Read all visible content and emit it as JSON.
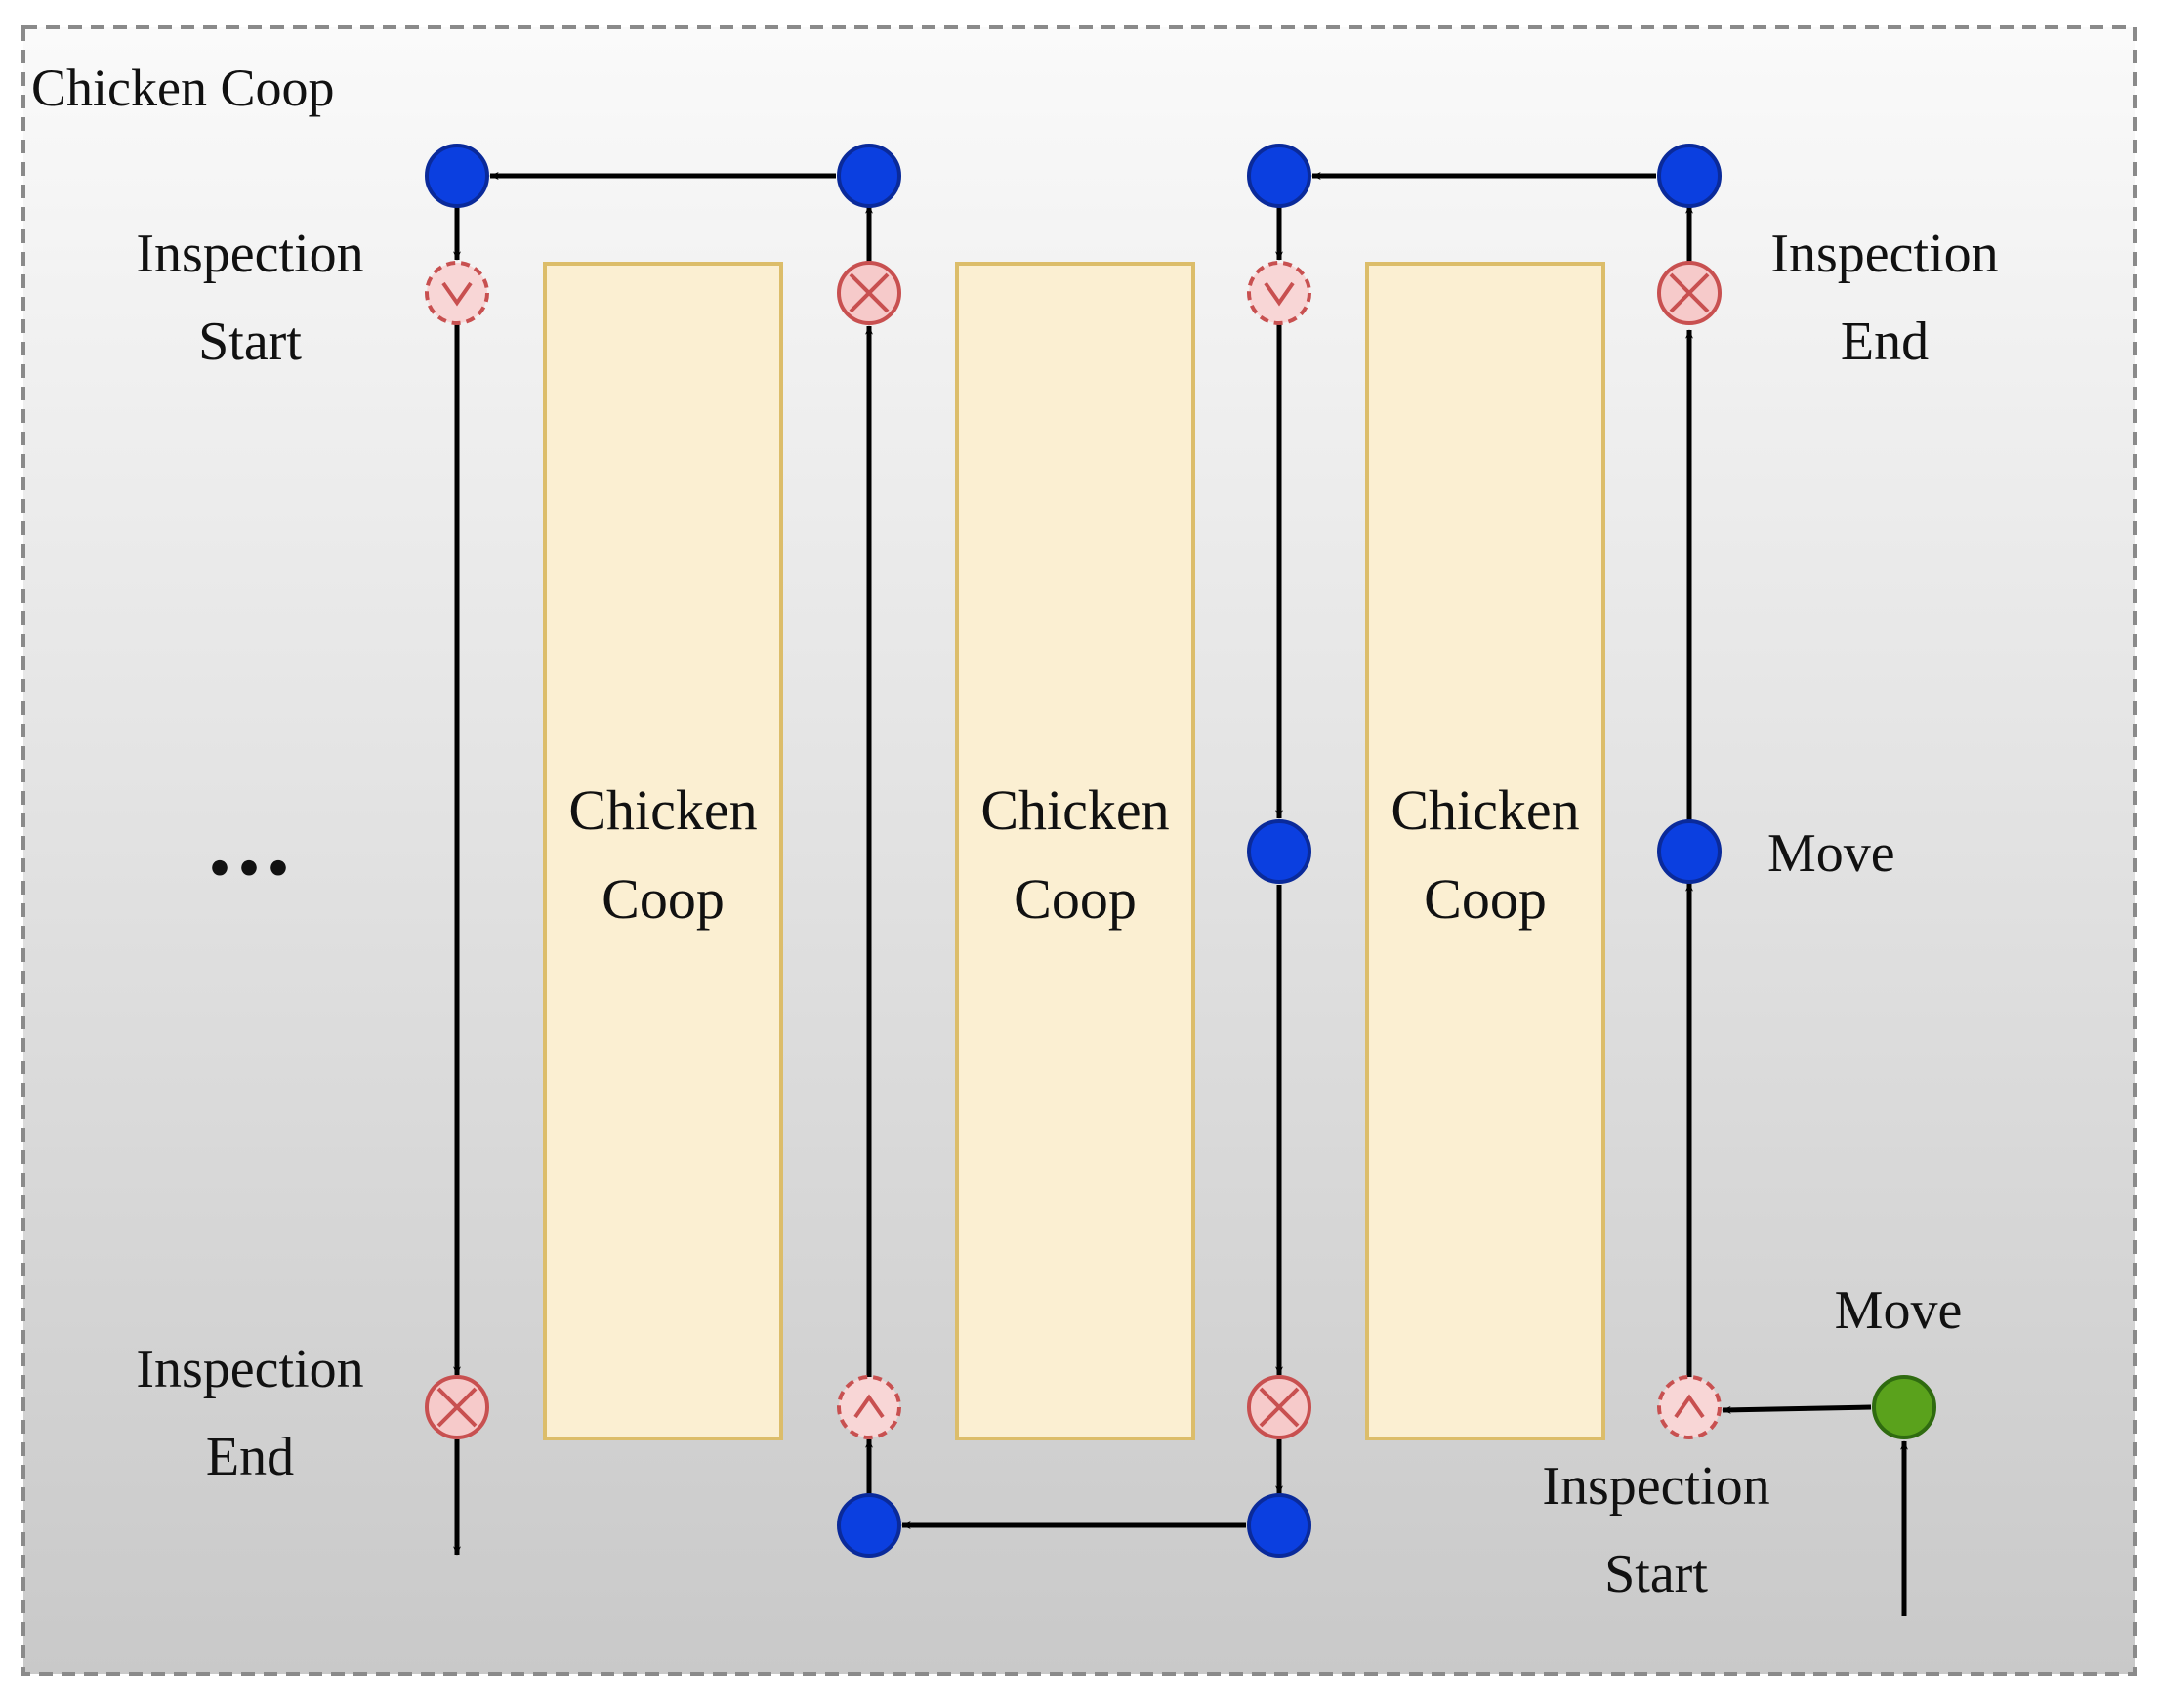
{
  "outer": {
    "label": "Chicken Coop"
  },
  "coops": [
    {
      "line1": "Chicken",
      "line2": "Coop"
    },
    {
      "line1": "Chicken",
      "line2": "Coop"
    },
    {
      "line1": "Chicken",
      "line2": "Coop"
    }
  ],
  "labels": {
    "left_top_1": "Inspection",
    "left_top_2": "Start",
    "left_bottom_1": "Inspection",
    "left_bottom_2": "End",
    "right_top_1": "Inspection",
    "right_top_2": "End",
    "right_mid": "Move",
    "bottom_move": "Move",
    "bottom_start_1": "Inspection",
    "bottom_start_2": "Start",
    "ellipsis": "..."
  },
  "colors": {
    "background_top": "#fafafa",
    "background_bottom": "#c9c9c9",
    "border": "#8a8a8a",
    "coop_fill": "#fbefd2",
    "coop_border": "#dcbd6a",
    "move_node": "#0b3fe0",
    "move_node_border": "#0a2a9a",
    "start_node": "#5aa21c",
    "start_node_border": "#2f6b10",
    "inspect_fill": "#f6caca",
    "inspect_border": "#c85050",
    "arrow": "#000000"
  },
  "legend_icons": {
    "inspection_start": "inspection-start-icon",
    "inspection_end": "inspection-end-icon",
    "move_point": "move-point-icon",
    "entry_point": "entry-point-icon"
  }
}
